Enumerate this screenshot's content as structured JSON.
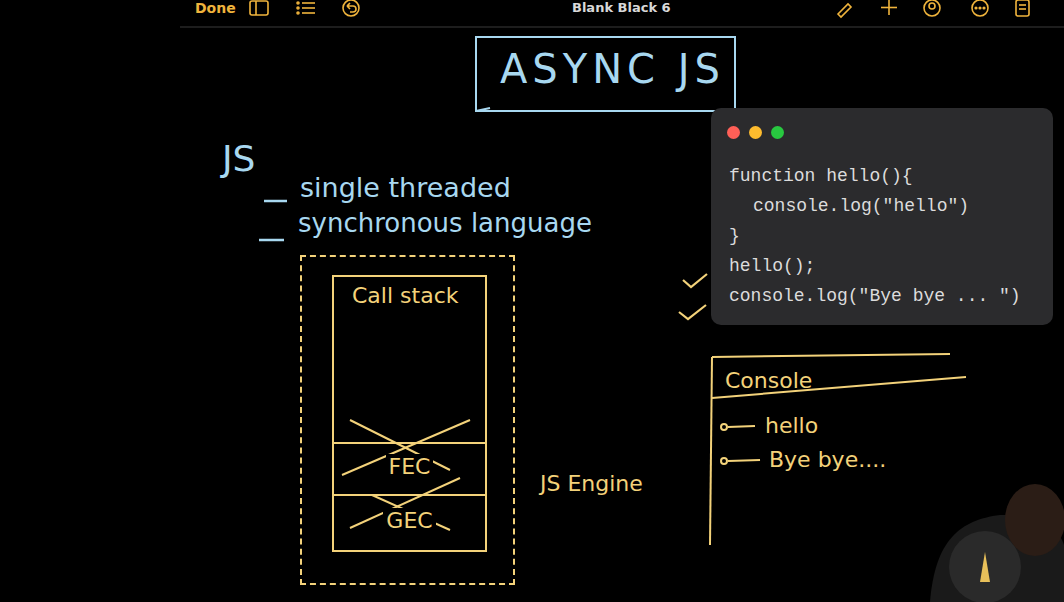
{
  "diagram": {
    "title": "ASYNC JS",
    "nodes": [
      {
        "text": [
          "JS Engine"
        ]
      },
      {
        "text": [
          "Call stack"
        ],
        "in": 0
      },
      {
        "text": [
          "FEC"
        ],
        "in": 1
      },
      {
        "text": [
          "GEC"
        ],
        "in": 1
      },
      {
        "text": [
          "function hello(){",
          "console.log(\"hello\")",
          "}",
          "hello();",
          "console.log(\"Bye bye ... \")"
        ]
      },
      {
        "text": [
          "Console",
          "hello",
          "Bye bye...."
        ]
      }
    ],
    "labels": [
      "Done",
      "Blank Black 6",
      "JS",
      "single threaded",
      "synchronous language"
    ]
  }
}
